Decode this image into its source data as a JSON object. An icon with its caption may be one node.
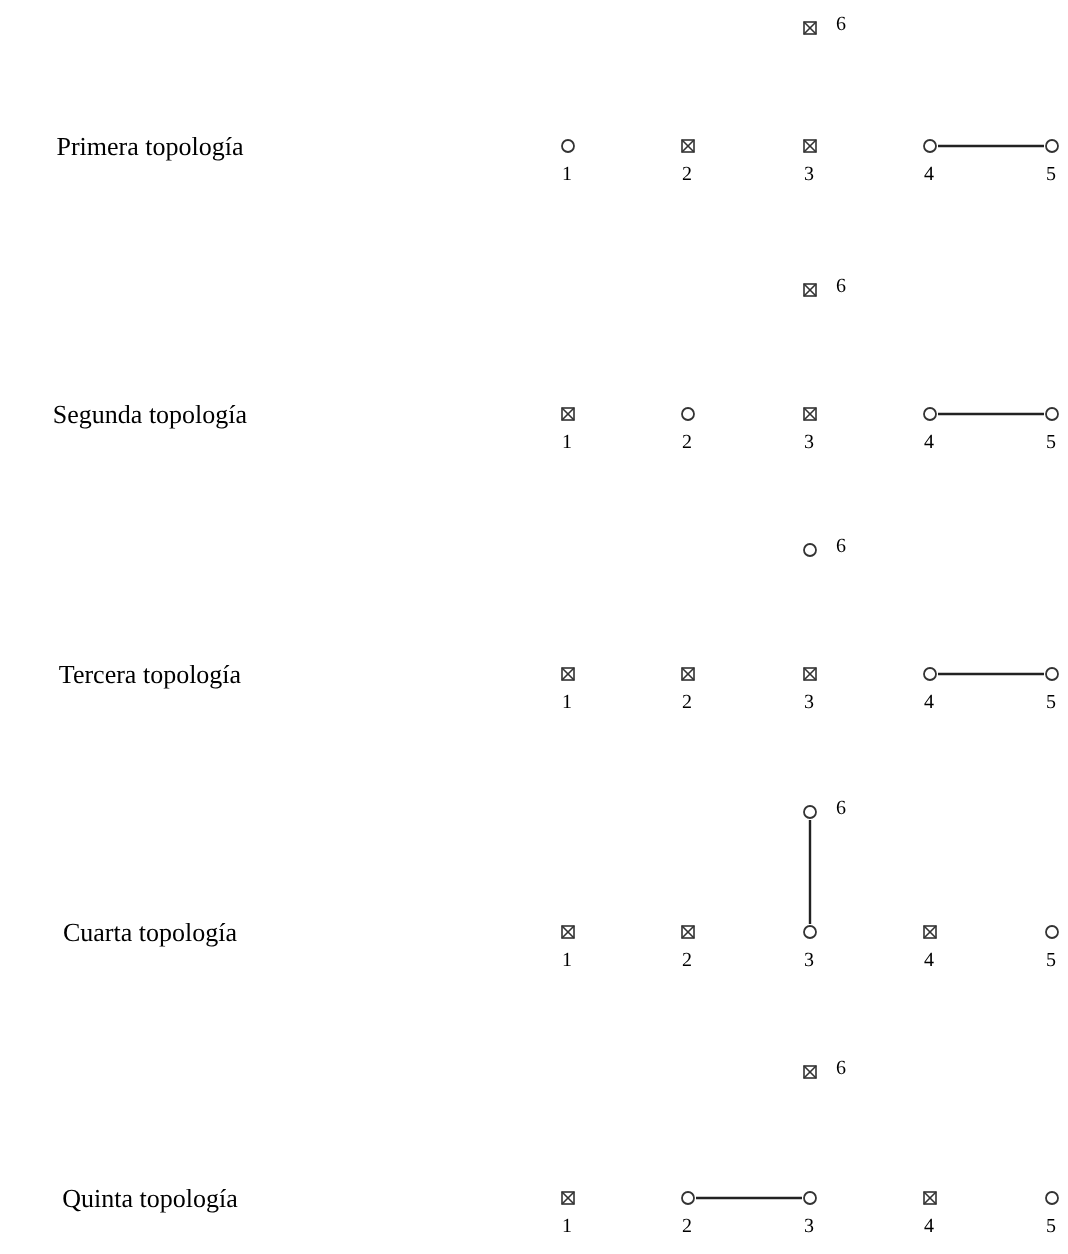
{
  "diagram": {
    "nodes": [
      {
        "text": [],
        "shape": "circle",
        "beside": [
          "1"
        ]
      },
      {
        "text": [],
        "shape": "box",
        "beside": [
          "2"
        ]
      },
      {
        "text": [],
        "shape": "box",
        "beside": [
          "3"
        ]
      },
      {
        "text": [],
        "shape": "circle",
        "beside": [
          "4"
        ]
      },
      {
        "text": [],
        "shape": "circle",
        "beside": [
          "5"
        ]
      },
      {
        "text": [],
        "shape": "box",
        "beside": [
          "6"
        ]
      },
      {
        "text": [],
        "shape": "box",
        "beside": [
          "1"
        ]
      },
      {
        "text": [],
        "shape": "circle",
        "beside": [
          "2"
        ]
      },
      {
        "text": [],
        "shape": "box",
        "beside": [
          "3"
        ]
      },
      {
        "text": [],
        "shape": "circle",
        "beside": [
          "4"
        ]
      },
      {
        "text": [],
        "shape": "circle",
        "beside": [
          "5"
        ]
      },
      {
        "text": [],
        "shape": "box",
        "beside": [
          "6"
        ]
      },
      {
        "text": [],
        "shape": "box",
        "beside": [
          "1"
        ]
      },
      {
        "text": [],
        "shape": "box",
        "beside": [
          "2"
        ]
      },
      {
        "text": [],
        "shape": "box",
        "beside": [
          "3"
        ]
      },
      {
        "text": [],
        "shape": "circle",
        "beside": [
          "4"
        ]
      },
      {
        "text": [],
        "shape": "circle",
        "beside": [
          "5"
        ]
      },
      {
        "text": [],
        "shape": "circle",
        "beside": [
          "6"
        ]
      },
      {
        "text": [],
        "shape": "box",
        "beside": [
          "1"
        ]
      },
      {
        "text": [],
        "shape": "box",
        "beside": [
          "2"
        ]
      },
      {
        "text": [],
        "shape": "circle",
        "beside": [
          "3"
        ]
      },
      {
        "text": [],
        "shape": "box",
        "beside": [
          "4"
        ]
      },
      {
        "text": [],
        "shape": "circle",
        "beside": [
          "5"
        ]
      },
      {
        "text": [],
        "shape": "circle",
        "beside": [
          "6"
        ]
      },
      {
        "text": [],
        "shape": "box",
        "beside": [
          "1"
        ]
      },
      {
        "text": [],
        "shape": "circle",
        "beside": [
          "2"
        ]
      },
      {
        "text": [],
        "shape": "circle",
        "beside": [
          "3"
        ]
      },
      {
        "text": [],
        "shape": "box",
        "beside": [
          "4"
        ]
      },
      {
        "text": [],
        "shape": "circle",
        "beside": [
          "5"
        ]
      },
      {
        "text": [],
        "shape": "box",
        "beside": [
          "6"
        ]
      }
    ],
    "edges": [
      {
        "from": 3,
        "to": 4,
        "arrow": "none"
      },
      {
        "from": 9,
        "to": 10,
        "arrow": "none"
      },
      {
        "from": 15,
        "to": 16,
        "arrow": "none"
      },
      {
        "from": 20,
        "to": 23,
        "arrow": "none"
      },
      {
        "from": 25,
        "to": 26,
        "arrow": "none"
      }
    ],
    "labels": [
      "Primera topología",
      "Segunda topología",
      "Tercera topología",
      "Cuarta topología",
      "Quinta topología"
    ]
  }
}
